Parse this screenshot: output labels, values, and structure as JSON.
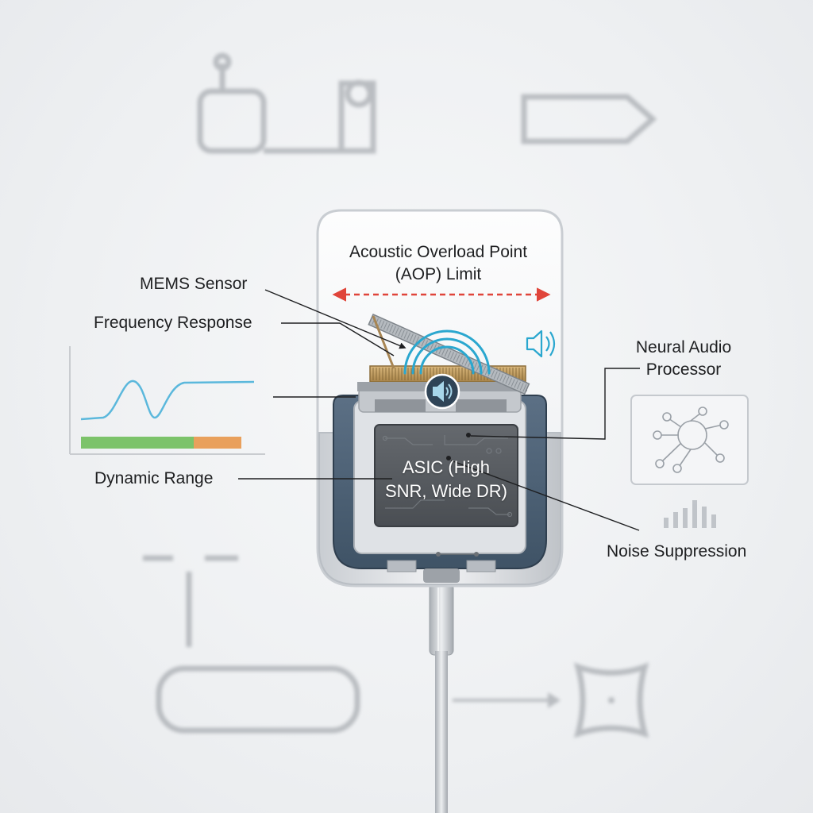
{
  "labels": {
    "aop": "Acoustic Overload Point (AOP) Limit",
    "aop_line1": "Acoustic Overload Point",
    "aop_line2": "(AOP) Limit",
    "mems": "MEMS Sensor",
    "frequency": "Frequency Response",
    "neural_line1": "Neural Audio",
    "neural_line2": "Processor",
    "dynamic": "Dynamic Range",
    "asic_line1": "ASIC (High",
    "asic_line2": "SNR, Wide DR)",
    "noise": "Noise Suppression"
  },
  "icons": {
    "speaker": "speaker-wave-icon",
    "neural_network": "neural-network-icon",
    "equalizer": "equalizer-bars-icon"
  },
  "colors": {
    "aop_arrow": "#e0453a",
    "freq_curve": "#5bb8dc",
    "range_green": "#7cc36a",
    "range_orange": "#e9a05c",
    "sound_waves": "#2aa7cf",
    "asic_chip": "#55595e",
    "housing_frame": "#4d6277"
  }
}
